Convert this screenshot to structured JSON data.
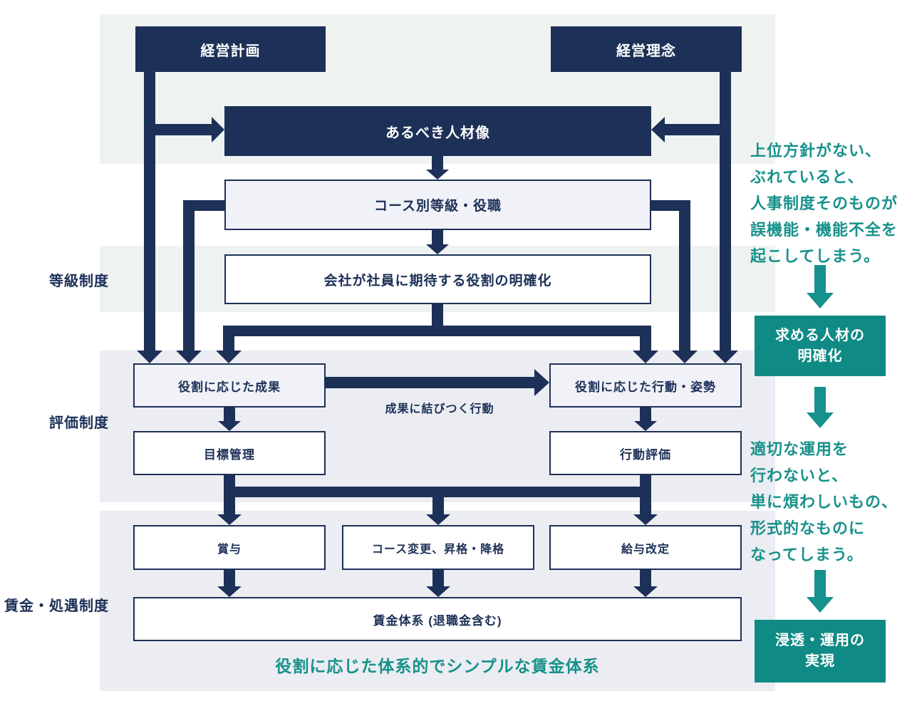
{
  "diagram": {
    "top_boxes": {
      "keikaku": "経営計画",
      "rinen": "経営理念"
    },
    "boxes": {
      "jinzai": "あるべき人材像",
      "course": "コース別等級・役職",
      "kaisha": "会社が社員に期待する役割の明確化",
      "seika": "役割に応じた成果",
      "kodo_shisei": "役割に応じた行動・姿勢",
      "mokuhyo": "目標管理",
      "kodo_hyoka": "行動評価",
      "shoyo": "賞与",
      "course_change": "コース変更、昇格・降格",
      "kyuyo": "給与改定",
      "chingin": "賃金体系 (退職金含む)"
    },
    "arrow_label": "成果に結びつく行動",
    "summary_note": "役割に応じた体系的でシンプルな賃金体系",
    "side_labels": {
      "tokyu": "等級制度",
      "hyoka": "評価制度",
      "chingin_shogu": "賃金・処遇制度"
    }
  },
  "sidebar": {
    "note1_lines": [
      "上位方針がない、",
      "ぶれていると、",
      "人事制度そのものが",
      "誤機能・機能不全を",
      "起こしてしまう。"
    ],
    "box1_lines": [
      "求める人材の",
      "明確化"
    ],
    "note2_lines": [
      "適切な運用を",
      "行わないと、",
      "単に煩わしいもの、",
      "形式的なものに",
      "なってしまう。"
    ],
    "box2_lines": [
      "浸透・運用の",
      "実現"
    ]
  },
  "colors": {
    "navy": "#1d3057",
    "teal-box": "#108a85",
    "teal-text": "#17918b",
    "mint": "#eef3f2",
    "gray": "#ebedf2",
    "lightbox": "#f1f2f8"
  }
}
